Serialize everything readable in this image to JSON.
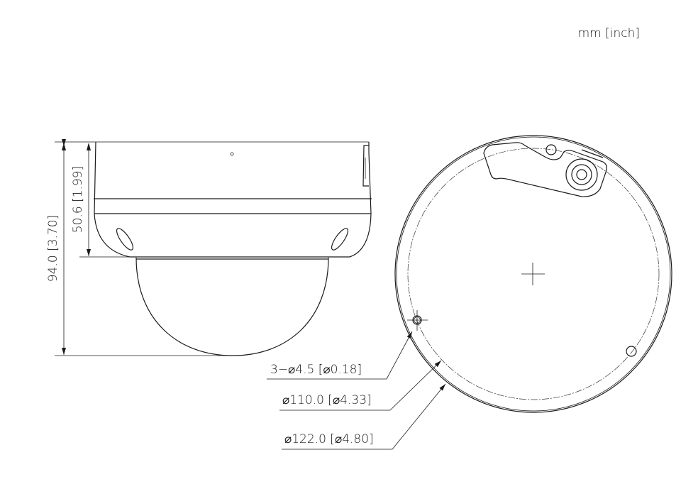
{
  "units_label": "mm [inch]",
  "side_view": {
    "total_height_label": "94.0 [3.70]",
    "housing_height_label": "50.6 [1.99]"
  },
  "bottom_view": {
    "holes_label": "3−⌀4.5 [⌀0.18]",
    "hole_circle_label": "⌀110.0 [⌀4.33]",
    "outer_diameter_label": "⌀122.0 [⌀4.80]"
  }
}
